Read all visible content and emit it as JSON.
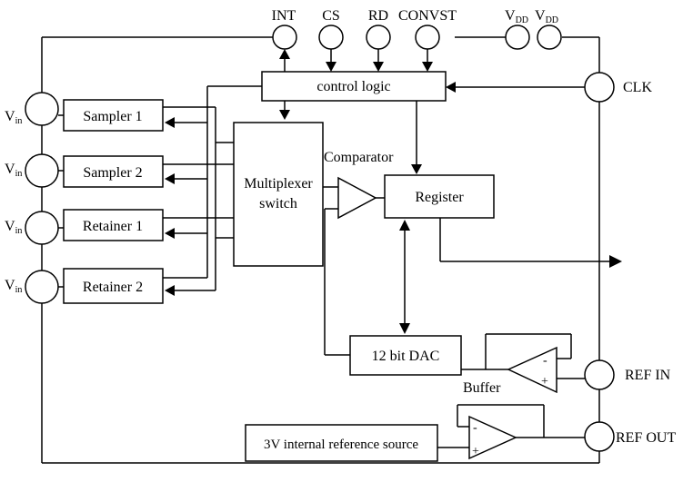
{
  "pins_top": {
    "int": "INT",
    "cs": "CS",
    "rd": "RD",
    "convst": "CONVST",
    "vdd1_main": "V",
    "vdd1_sub": "DD",
    "vdd2_main": "V",
    "vdd2_sub": "DD"
  },
  "pins_left": [
    {
      "main": "V",
      "sub": "in"
    },
    {
      "main": "V",
      "sub": "in"
    },
    {
      "main": "V",
      "sub": "in"
    },
    {
      "main": "V",
      "sub": "in"
    }
  ],
  "pins_right": {
    "clk": "CLK",
    "ref_in": "REF IN",
    "ref_out": "REF OUT"
  },
  "blocks": {
    "control_logic": "control logic",
    "sampler1": "Sampler 1",
    "sampler2": "Sampler 2",
    "retainer1": "Retainer 1",
    "retainer2": "Retainer 2",
    "multiplexer_line1": "Multiplexer",
    "multiplexer_line2": "switch",
    "comparator": "Comparator",
    "register": "Register",
    "dac": "12 bit DAC",
    "buffer": "Buffer",
    "reference_source": "3V internal reference source"
  },
  "opamp_signs": {
    "buffer_minus": "-",
    "buffer_plus": "+",
    "ref_minus": "-",
    "ref_plus": "+"
  }
}
